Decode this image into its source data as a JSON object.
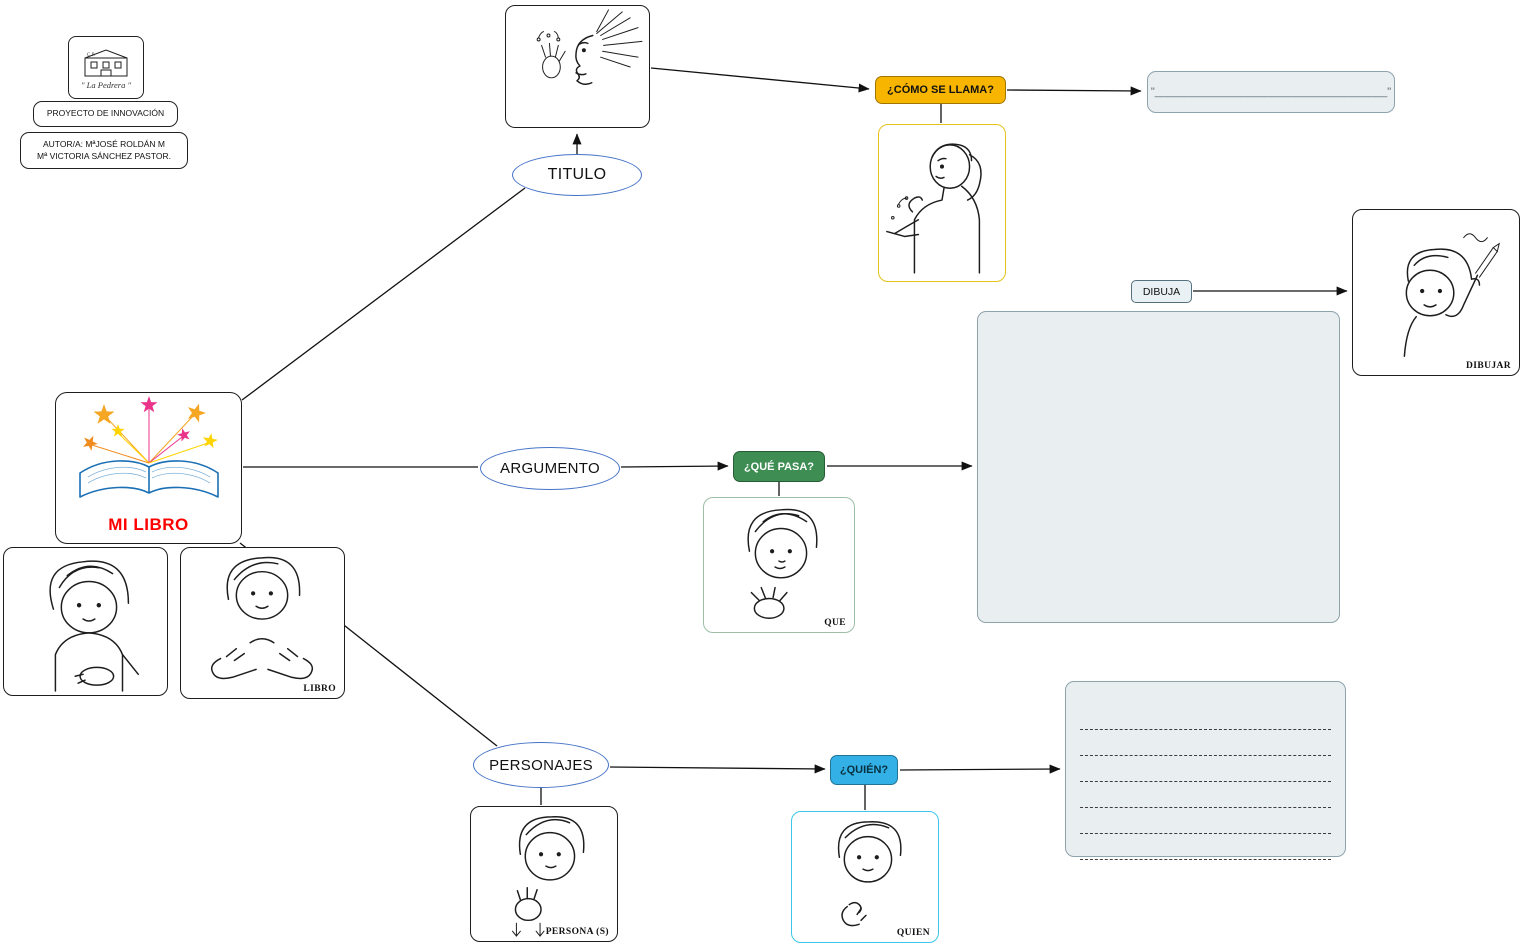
{
  "header": {
    "logo_top": "C.P.",
    "logo_name": "\" La Pedrera \"",
    "project": "PROYECTO DE INNOVACIÓN",
    "authors_line1": "AUTOR/A: MªJOSÉ ROLDÁN M",
    "authors_line2": "Mª VICTORIA SÁNCHEZ PASTOR."
  },
  "nodes": {
    "root_label": "MI LIBRO",
    "titulo": "TITULO",
    "argumento": "ARGUMENTO",
    "personajes": "PERSONAJES",
    "dibuja": "DIBUJA"
  },
  "questions": {
    "titulo": "¿CÓMO SE LLAMA?",
    "argumento": "¿QUÉ PASA?",
    "personajes": "¿QUIÉN?"
  },
  "placeholders": {
    "titulo_answer": "\"______________________________________\""
  },
  "captions": {
    "dibujar": "DIBUJAR",
    "libro": "LIBRO",
    "que": "QUE",
    "quien": "QUIEN",
    "persona": "PERSONA (S)"
  },
  "colors": {
    "question_titulo_bg": "#F7B500",
    "question_argumento_bg": "#3E8E54",
    "question_personajes_bg": "#33B1E6",
    "ellipse_border": "#4673C8",
    "root_label_color": "#FF0000",
    "panel_bg": "#E9EEF1"
  }
}
